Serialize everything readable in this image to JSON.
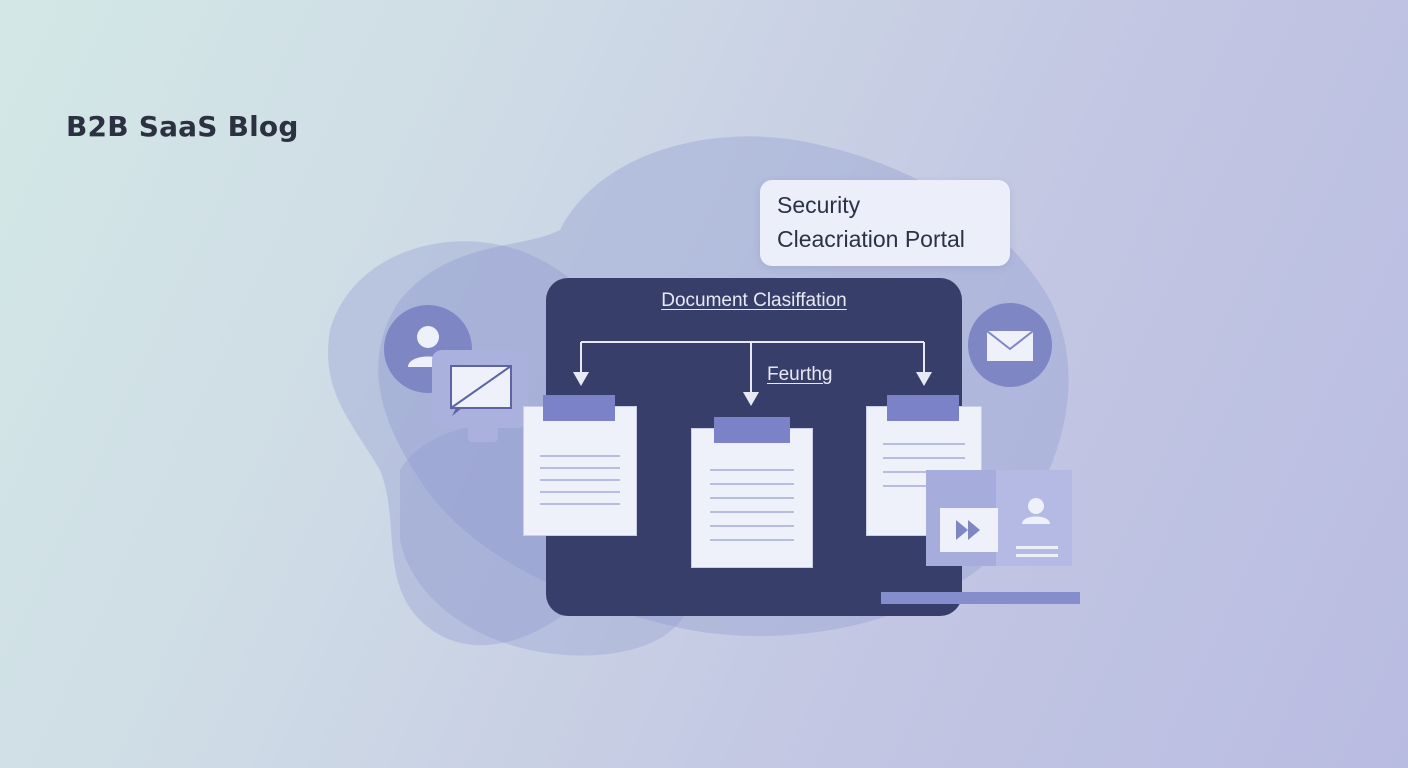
{
  "blog": {
    "title": "B2B SaaS Blog"
  },
  "callout": {
    "line1": "Security",
    "line2": "Cleacriation Portal"
  },
  "panel": {
    "title": "Document Clasiffation",
    "branch_label": "Feurthg"
  },
  "icons": {
    "user": "user-icon",
    "chat": "chat-bubble-icon",
    "mail": "envelope-icon",
    "play": "play-icon",
    "profile": "profile-icon"
  },
  "colors": {
    "panel": "#383e6a",
    "accent": "#7b82c7",
    "document": "#eef0fa",
    "title_text": "#2b3140"
  }
}
